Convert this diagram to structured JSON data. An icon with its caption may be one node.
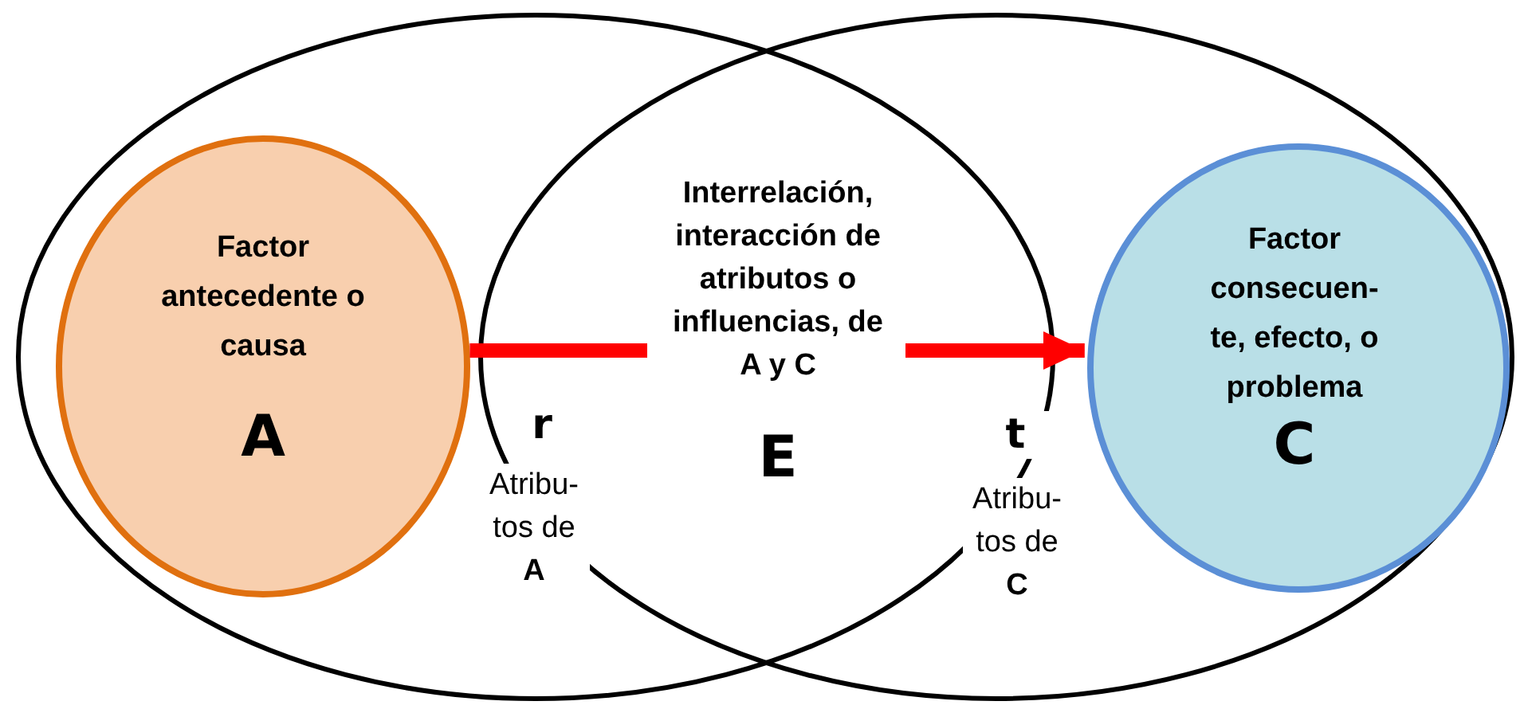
{
  "diagram": {
    "nodes": [
      {
        "text": [],
        "shape": "ellipse"
      },
      {
        "text": [
          "Factor antecedente o causa",
          "A"
        ],
        "in": 0
      },
      {
        "text": [
          "Interrelación, interacción de atributos o influencias, de A y C",
          "E"
        ]
      },
      {
        "text": [],
        "shape": "ellipse"
      },
      {
        "text": [
          "Factor consecuen- te, efecto, o problema",
          "C"
        ],
        "in": 3
      }
    ],
    "edges": [
      {
        "from": 1,
        "to": 2,
        "arrow": "none",
        "color": "#ff0000"
      },
      {
        "from": 2,
        "to": 4,
        "arrow": "to",
        "color": "#ff0000"
      }
    ],
    "labels": [
      "r",
      "Atribu- tos de **A**",
      "t",
      "Atribu- tos de **C**"
    ]
  }
}
